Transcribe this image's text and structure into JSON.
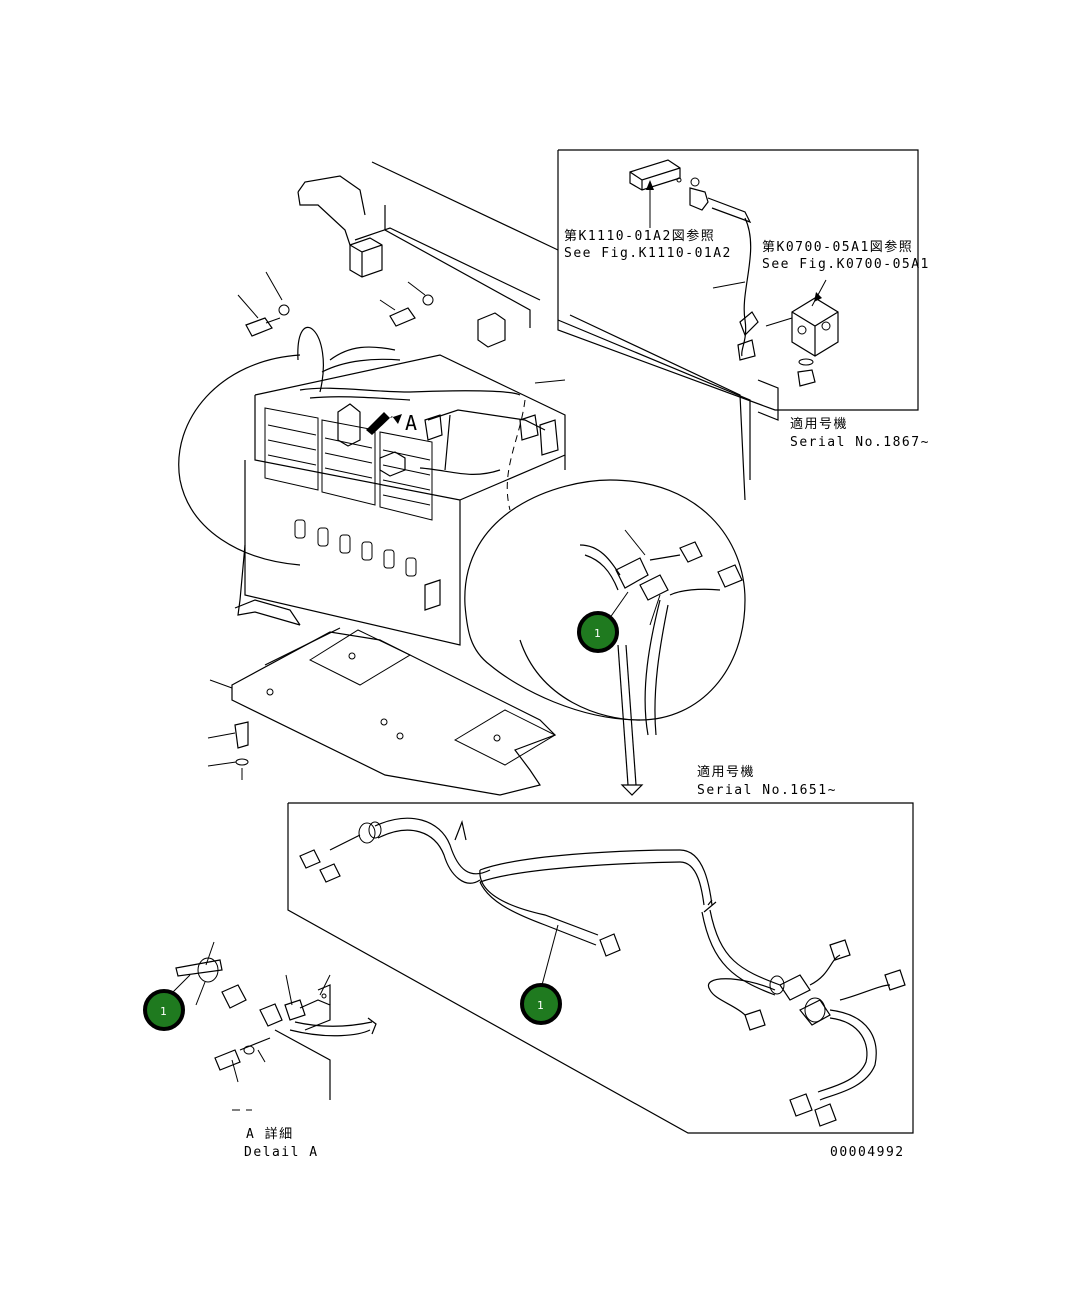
{
  "colors": {
    "callout_fill": "#1f7a1f",
    "line": "#000000",
    "background": "#ffffff"
  },
  "labels": {
    "ref_k1110_jp": "第K1110-01A2図参照",
    "ref_k1110_en": "See Fig.K1110-01A2",
    "ref_k0700_jp": "第K0700-05A1図参照",
    "ref_k0700_en": "See Fig.K0700-05A1",
    "serial_top_jp": "適用号機",
    "serial_top_en": "Serial No.1867~",
    "view_marker": "A",
    "serial_bottom_jp": "適用号機",
    "serial_bottom_en": "Serial No.1651~",
    "detail_jp": "A 詳細",
    "detail_en": "Delail A",
    "drawing_number": "00004992"
  },
  "callouts": [
    {
      "label": "1"
    },
    {
      "label": "1"
    },
    {
      "label": "1"
    }
  ]
}
